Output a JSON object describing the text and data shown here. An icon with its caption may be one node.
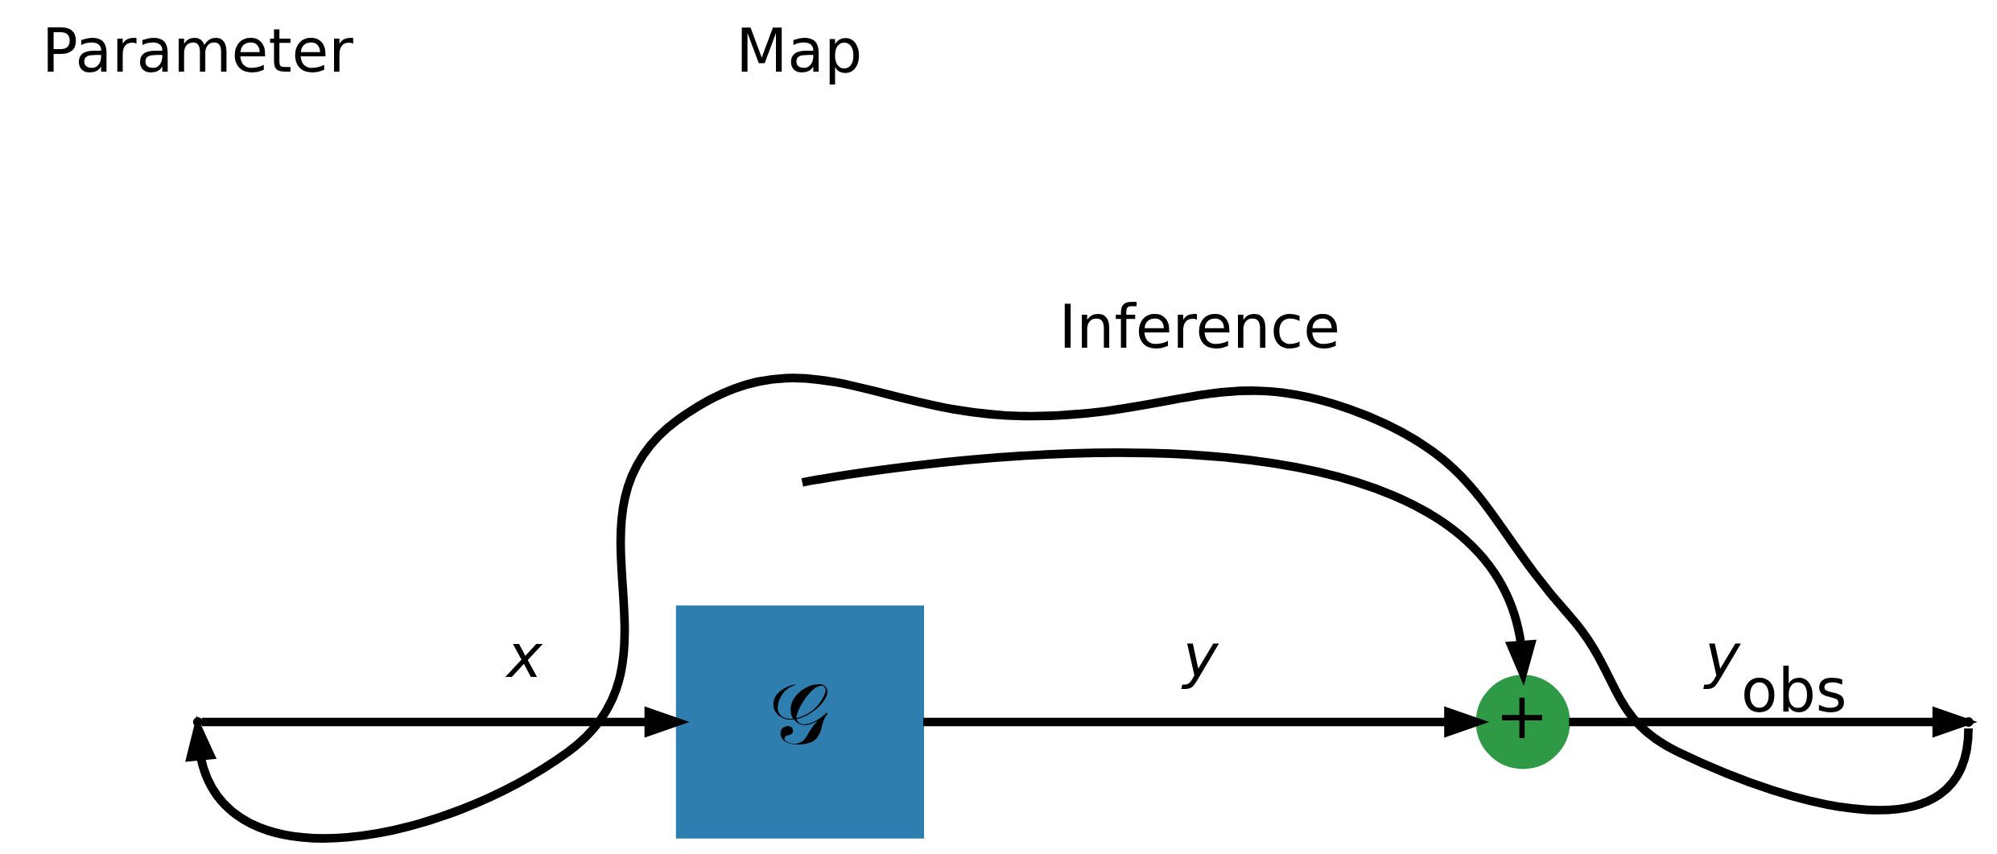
{
  "diagram": {
    "nodes": [
      {
        "text": [],
        "shape": "point"
      },
      {
        "text": [
          "𝒢"
        ]
      },
      {
        "text": [
          "+"
        ]
      },
      {
        "text": [],
        "shape": "point"
      }
    ],
    "edges": [
      {
        "from": 0,
        "to": 1,
        "arrow": "to",
        "label": "x"
      },
      {
        "from": 1,
        "to": 2,
        "arrow": "to",
        "label": "y"
      },
      {
        "from": null,
        "to": 2,
        "arrow": "to"
      },
      {
        "from": 2,
        "to": 3,
        "arrow": "to",
        "label": "y$_{obs}$"
      },
      {
        "from": 3,
        "to": 0,
        "arrow": "to",
        "label": "Inference"
      }
    ],
    "labels": [
      "Parameter",
      "Map"
    ]
  }
}
